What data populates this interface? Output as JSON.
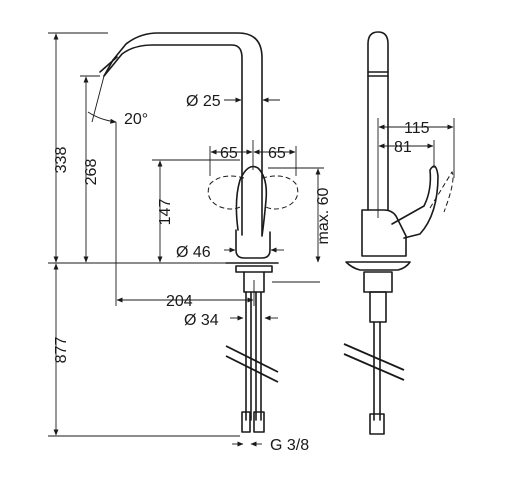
{
  "dimensions": {
    "overall_height": "338",
    "spout_height": "268",
    "lever_height": "147",
    "under_counter_length": "877",
    "spout_angle": "20°",
    "spout_diameter": "Ø 25",
    "lever_swing_left": "65",
    "lever_swing_right": "65",
    "lever_max_height": "max. 60",
    "body_diameter": "Ø 46",
    "spout_reach": "204",
    "hole_diameter": "Ø 34",
    "connection_thread": "G 3/8",
    "side_lever_depth": "115",
    "side_lever_offset": "81"
  }
}
